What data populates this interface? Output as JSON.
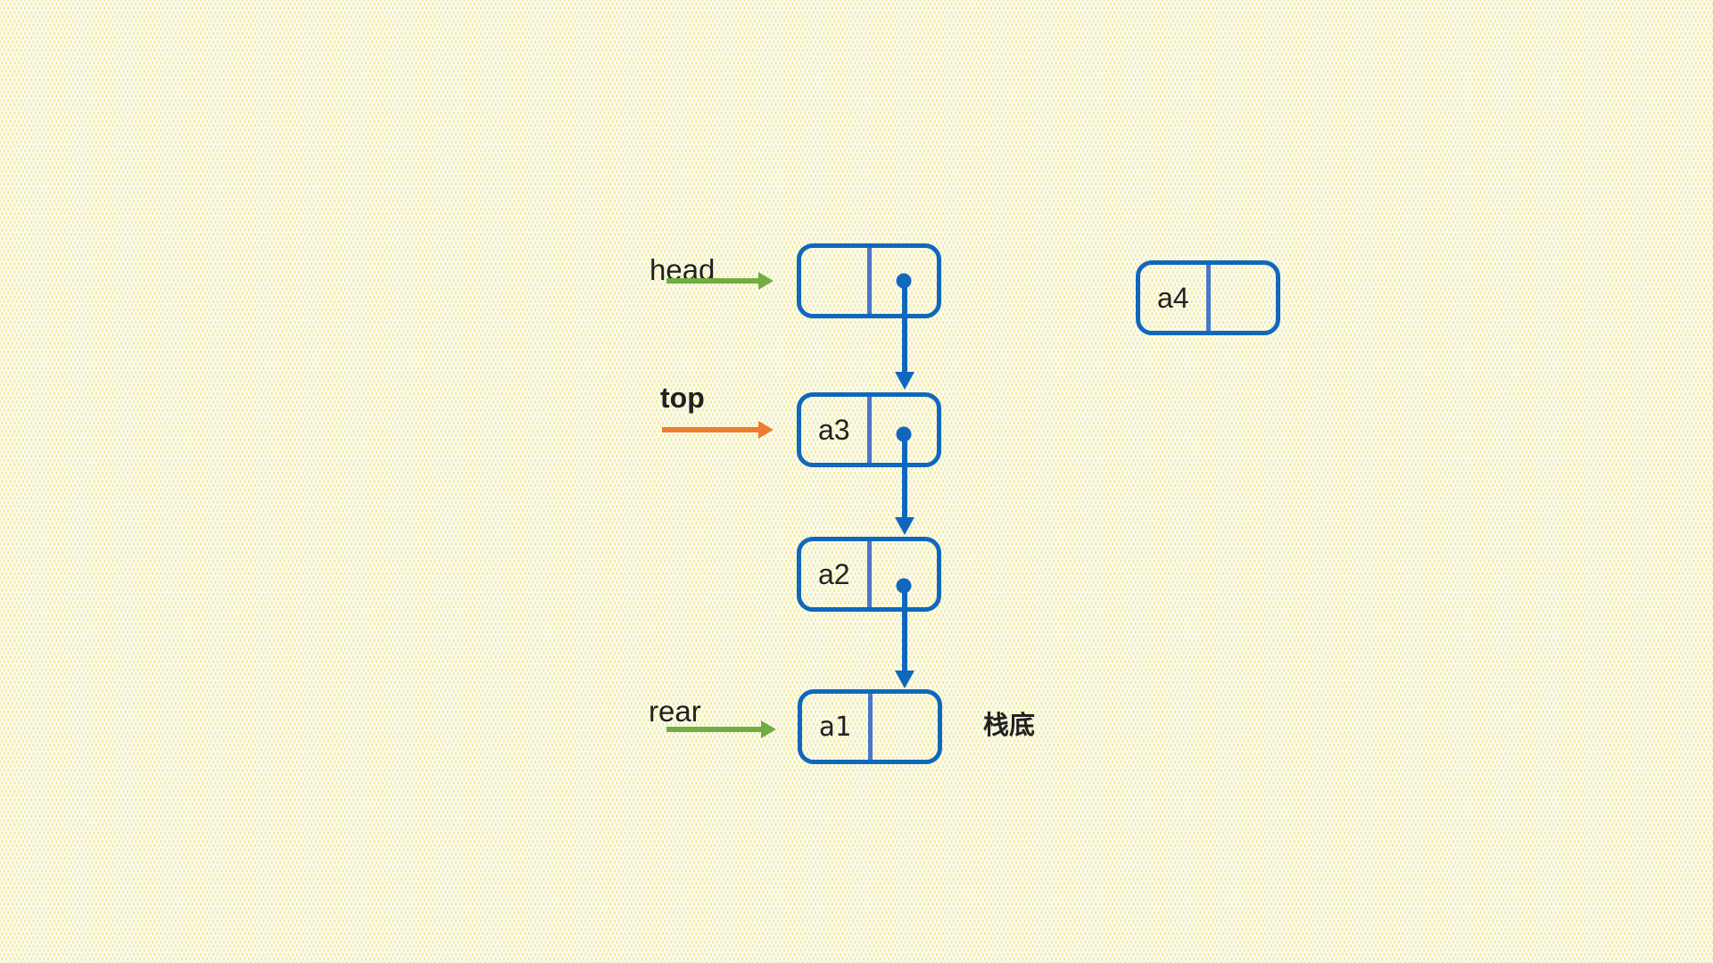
{
  "labels": {
    "head": "head",
    "top": "top",
    "rear": "rear",
    "stack_bottom": "栈底"
  },
  "nodes": {
    "head": {
      "label": "",
      "pointer_dot": true
    },
    "a3": {
      "label": "a3",
      "pointer_dot": true
    },
    "a2": {
      "label": "a2",
      "pointer_dot": true
    },
    "a1": {
      "label": "a1",
      "pointer_dot": false
    },
    "a4": {
      "label": "a4",
      "pointer_dot": false
    }
  },
  "colors": {
    "background": "#fcfcf8",
    "pattern_dot": "#f1eb9e",
    "node_border": "#1068bd",
    "node_divider": "#4a77c9",
    "arrow_blue": "#1068bd",
    "arrow_green": "#72ad43",
    "arrow_orange": "#ed7d31",
    "text": "#212121"
  }
}
